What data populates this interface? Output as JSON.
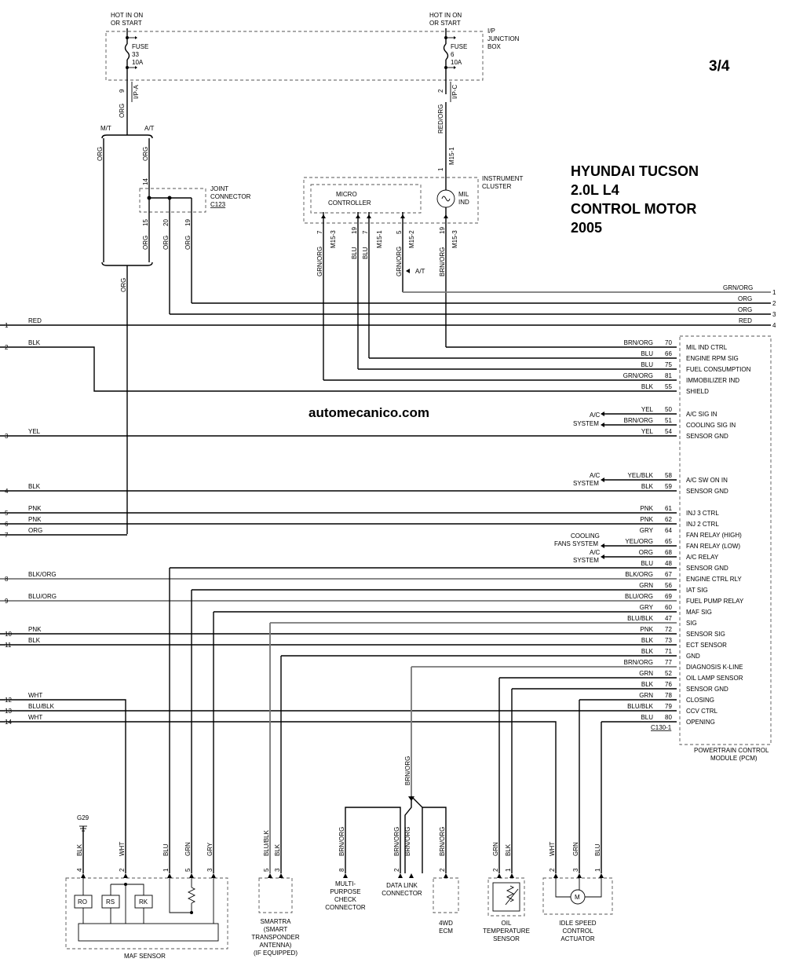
{
  "page_number": "3/4",
  "title": {
    "make_model": "HYUNDAI  TUCSON",
    "engine": "2.0L L4",
    "system": "CONTROL MOTOR",
    "year": "2005"
  },
  "watermark": "automecanico.com",
  "power": {
    "left_hot": [
      "HOT IN ON",
      "OR START"
    ],
    "right_hot": [
      "HOT IN ON",
      "OR START"
    ],
    "fuse_left": [
      "FUSE",
      "33",
      "10A"
    ],
    "fuse_right": [
      "FUSE",
      "6",
      "10A"
    ],
    "junction_box": [
      "I/P",
      "JUNCTION",
      "BOX"
    ],
    "pin_left": "9",
    "conn_left": "I/P-A",
    "pin_right": "2",
    "conn_right": "I/P-C",
    "wire_left": "ORG",
    "wire_right": "RED/ORG",
    "mt": "M/T",
    "at": "A/T"
  },
  "joint_connector": {
    "label": [
      "JOINT",
      "CONNECTOR"
    ],
    "id": "C123",
    "pins": [
      "14",
      "15",
      "20",
      "19"
    ],
    "wires": [
      "ORG",
      "ORG",
      "ORG",
      "ORG",
      "ORG",
      "ORG"
    ]
  },
  "instrument_cluster": {
    "label": [
      "INSTRUMENT",
      "CLUSTER"
    ],
    "micro": [
      "MICRO",
      "CONTROLLER"
    ],
    "mil": [
      "MIL",
      "IND"
    ],
    "top_pin": "1",
    "top_conn": "M15-1",
    "pins": [
      {
        "pin": "7",
        "conn": "M15-3",
        "wire": "GRN/ORG"
      },
      {
        "pin": "19",
        "conn": "",
        "wire": "BLU"
      },
      {
        "pin": "7",
        "conn": "M15-1",
        "wire": "BLU"
      },
      {
        "pin": "5",
        "conn": "M15-2",
        "wire": "GRN/ORG"
      },
      {
        "pin": "19",
        "conn": "M15-3",
        "wire": "BRN/ORG"
      }
    ],
    "at_note": "A/T"
  },
  "left_refs": [
    {
      "num": "1",
      "color": "RED"
    },
    {
      "num": "2",
      "color": "BLK"
    },
    {
      "num": "3",
      "color": "YEL"
    },
    {
      "num": "4",
      "color": "BLK"
    },
    {
      "num": "5",
      "color": "PNK"
    },
    {
      "num": "6",
      "color": "PNK"
    },
    {
      "num": "7",
      "color": "ORG"
    },
    {
      "num": "8",
      "color": "BLK/ORG"
    },
    {
      "num": "9",
      "color": "BLU/ORG"
    },
    {
      "num": "10",
      "color": "PNK"
    },
    {
      "num": "11",
      "color": "BLK"
    },
    {
      "num": "12",
      "color": "WHT"
    },
    {
      "num": "13",
      "color": "BLU/BLK"
    },
    {
      "num": "14",
      "color": "WHT"
    }
  ],
  "right_refs": [
    {
      "num": "1",
      "color": "GRN/ORG"
    },
    {
      "num": "2",
      "color": "ORG"
    },
    {
      "num": "3",
      "color": "ORG"
    },
    {
      "num": "4",
      "color": "RED"
    }
  ],
  "pcm": {
    "label": [
      "POWERTRAIN CONTROL",
      "MODULE (PCM)"
    ],
    "connector": "C130-1",
    "pins": [
      {
        "wire": "BRN/ORG",
        "pin": "70",
        "func": "MIL IND CTRL"
      },
      {
        "wire": "BLU",
        "pin": "66",
        "func": "ENGINE RPM SIG"
      },
      {
        "wire": "BLU",
        "pin": "75",
        "func": "FUEL CONSUMPTION"
      },
      {
        "wire": "GRN/ORG",
        "pin": "81",
        "func": "IMMOBILIZER IND"
      },
      {
        "wire": "BLK",
        "pin": "55",
        "func": "SHIELD"
      },
      {
        "wire": "YEL",
        "pin": "50",
        "func": "A/C SIG IN"
      },
      {
        "wire": "BRN/ORG",
        "pin": "51",
        "func": "COOLING SIG IN"
      },
      {
        "wire": "YEL",
        "pin": "54",
        "func": "SENSOR GND"
      },
      {
        "wire": "YEL/BLK",
        "pin": "58",
        "func": "A/C SW ON IN"
      },
      {
        "wire": "BLK",
        "pin": "59",
        "func": "SENSOR GND"
      },
      {
        "wire": "PNK",
        "pin": "61",
        "func": "INJ 3 CTRL"
      },
      {
        "wire": "PNK",
        "pin": "62",
        "func": "INJ 2 CTRL"
      },
      {
        "wire": "GRY",
        "pin": "64",
        "func": "FAN RELAY (HIGH)"
      },
      {
        "wire": "YEL/ORG",
        "pin": "65",
        "func": "FAN RELAY (LOW)"
      },
      {
        "wire": "ORG",
        "pin": "68",
        "func": "A/C RELAY"
      },
      {
        "wire": "BLU",
        "pin": "48",
        "func": "SENSOR GND"
      },
      {
        "wire": "BLK/ORG",
        "pin": "67",
        "func": "ENGINE CTRL RLY"
      },
      {
        "wire": "GRN",
        "pin": "56",
        "func": "IAT SIG"
      },
      {
        "wire": "BLU/ORG",
        "pin": "69",
        "func": "FUEL PUMP RELAY"
      },
      {
        "wire": "GRY",
        "pin": "60",
        "func": "MAF SIG"
      },
      {
        "wire": "BLU/BLK",
        "pin": "47",
        "func": "SIG"
      },
      {
        "wire": "PNK",
        "pin": "72",
        "func": "SENSOR SIG"
      },
      {
        "wire": "BLK",
        "pin": "73",
        "func": "ECT SENSOR"
      },
      {
        "wire": "BLK",
        "pin": "71",
        "func": "GND"
      },
      {
        "wire": "BRN/ORG",
        "pin": "77",
        "func": "DIAGNOSIS K-LINE"
      },
      {
        "wire": "GRN",
        "pin": "52",
        "func": "OIL LAMP SENSOR"
      },
      {
        "wire": "BLK",
        "pin": "76",
        "func": "SENSOR GND"
      },
      {
        "wire": "GRN",
        "pin": "78",
        "func": "CLOSING"
      },
      {
        "wire": "BLU/BLK",
        "pin": "79",
        "func": "CCV CTRL"
      },
      {
        "wire": "BLU",
        "pin": "80",
        "func": "OPENING"
      }
    ]
  },
  "side_notes": {
    "ac1": [
      "A/C",
      "SYSTEM"
    ],
    "ac2": [
      "A/C",
      "SYSTEM"
    ],
    "cooling": [
      "COOLING",
      "FANS SYSTEM"
    ],
    "ac3": [
      "A/C",
      "SYSTEM"
    ]
  },
  "components": {
    "maf": {
      "label": "MAF SENSOR",
      "ground": "G29",
      "pins": [
        {
          "pin": "4",
          "wire": "BLK"
        },
        {
          "pin": "2",
          "wire": "WHT"
        },
        {
          "pin": "1",
          "wire": "BLU"
        },
        {
          "pin": "5",
          "wire": "GRN"
        },
        {
          "pin": "3",
          "wire": "GRY"
        }
      ],
      "elements": [
        "RO",
        "RS",
        "RK"
      ]
    },
    "smartra": {
      "label": [
        "SMARTRA",
        "(SMART",
        "TRANSPONDER",
        "ANTENNA)",
        "(IF EQUIPPED)"
      ],
      "pins": [
        {
          "pin": "5",
          "wire": "BLU/BLK"
        },
        {
          "pin": "3",
          "wire": "BLK"
        }
      ]
    },
    "check": {
      "label": [
        "MULTI-",
        "PURPOSE",
        "CHECK",
        "CONNECTOR"
      ],
      "pins": [
        {
          "pin": "8",
          "wire": "BRN/ORG"
        }
      ]
    },
    "dlc": {
      "label": [
        "DATA LINK",
        "CONNECTOR"
      ],
      "pins": [
        {
          "pin": "2",
          "wire": "BRN/ORG"
        },
        {
          "pin": "",
          "wire": "BRN/ORG"
        }
      ],
      "vertical_wire": "BRN/ORG"
    },
    "ecm4wd": {
      "label": [
        "4WD",
        "ECM"
      ],
      "pins": [
        {
          "pin": "2",
          "wire": "BRN/ORG"
        }
      ]
    },
    "oil": {
      "label": [
        "OIL",
        "TEMPERATURE",
        "SENSOR"
      ],
      "pins": [
        {
          "pin": "2",
          "wire": "GRN"
        },
        {
          "pin": "1",
          "wire": "BLK"
        }
      ]
    },
    "idle": {
      "label": [
        "IDLE SPEED",
        "CONTROL",
        "ACTUATOR"
      ],
      "motor": "M",
      "pins": [
        {
          "pin": "2",
          "wire": "WHT"
        },
        {
          "pin": "3",
          "wire": "GRN"
        },
        {
          "pin": "1",
          "wire": "BLU"
        }
      ]
    }
  }
}
